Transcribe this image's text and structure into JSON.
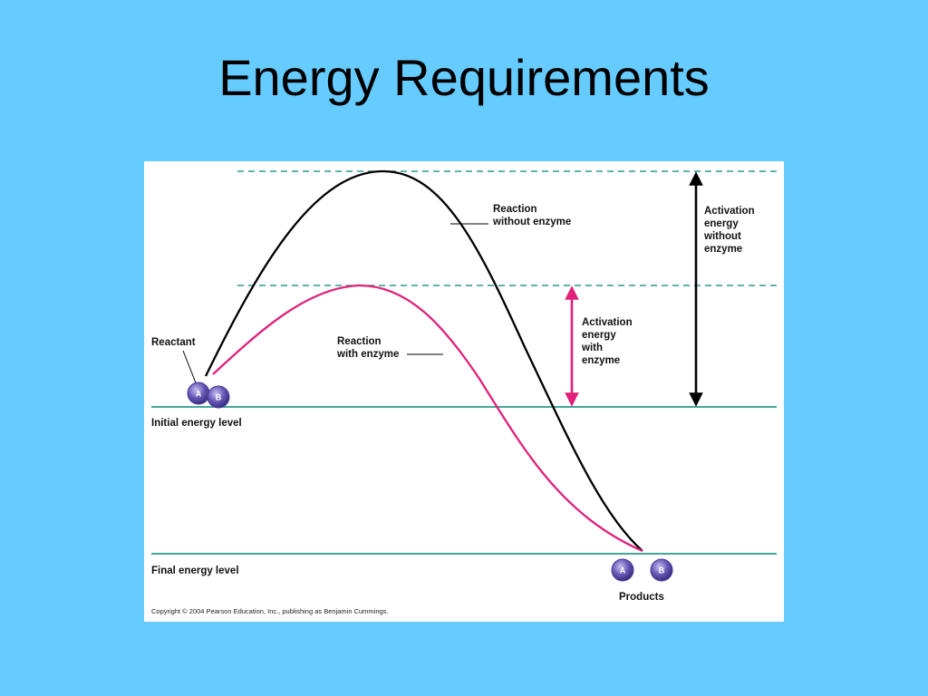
{
  "slide": {
    "title": "Energy Requirements"
  },
  "diagram": {
    "labels": {
      "reaction_without_enzyme": [
        "Reaction",
        "without enzyme"
      ],
      "reaction_with_enzyme": [
        "Reaction",
        "with enzyme"
      ],
      "activation_without": [
        "Activation",
        "energy",
        "without",
        "enzyme"
      ],
      "activation_with": [
        "Activation",
        "energy",
        "with",
        "enzyme"
      ],
      "reactant": "Reactant",
      "initial_energy_level": "Initial energy level",
      "final_energy_level": "Final energy level",
      "products": "Products"
    },
    "molecules": {
      "a": "A",
      "b": "B"
    },
    "copyright": "Copyright © 2004 Pearson Education, Inc., publishing as Benjamin Cummings.",
    "colors": {
      "background": "#66ccff",
      "panel": "#ffffff",
      "uncatalyzed_curve": "#000000",
      "catalyzed_curve": "#e0207a",
      "level_lines": "#2a9a8c",
      "molecule_fill": "#6a5ab8"
    }
  }
}
